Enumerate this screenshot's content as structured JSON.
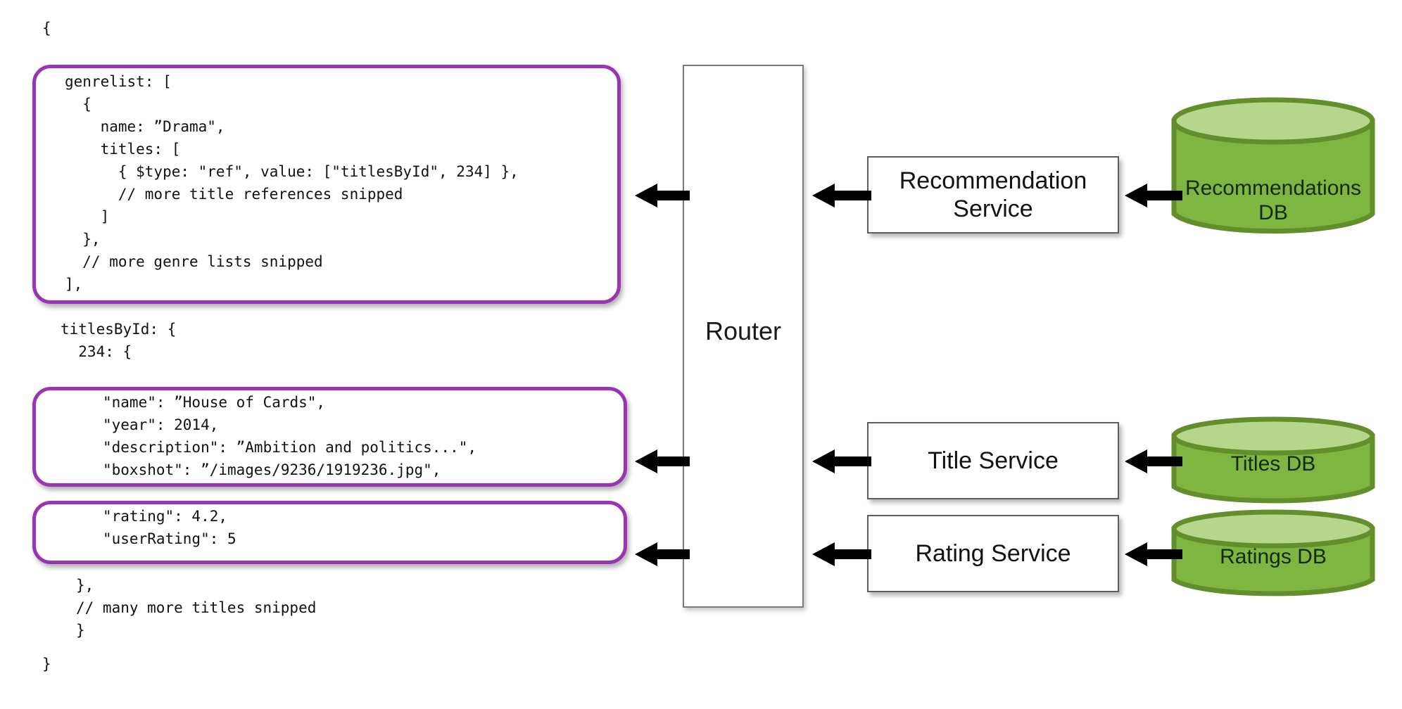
{
  "diagram": {
    "title": "Falcor Router data aggregation diagram",
    "colors": {
      "highlight_border": "#9B34B4",
      "db_body": "#7FB642",
      "db_top": "#B5D68B",
      "db_stroke": "#628F2C",
      "box_border": "#5e5e5e",
      "arrow": "#000000",
      "text": "#111111"
    }
  },
  "json_response": {
    "brace_open": "{",
    "brace_close": "}",
    "genrelist_block": "genrelist: [\n  {\n    name: ”Drama\",\n    titles: [\n      { $type: \"ref\", value: [\"titlesById\", 234] },\n      // more title references snipped\n    ]\n  },\n  // more genre lists snipped\n],",
    "mid_block": "titlesById: {\n  234: {",
    "title_block": "\"name\": ”House of Cards\",\n\"year\": 2014,\n\"description\": ”Ambition and politics...\",\n\"boxshot\": ”/images/9236/1919236.jpg\",",
    "rating_block": "\"rating\": 4.2,\n\"userRating\": 5",
    "tail_block": "},\n// many more titles snipped\n}",
    "lines": {
      "genrelist_open": "genrelist: [",
      "genre_obj_open": "{",
      "genre_name": "name: ”Drama\",",
      "genre_titles_open": "titles: [",
      "genre_ref": "{ $type: \"ref\", value: [\"titlesById\", 234] },",
      "genre_ref_comment": "// more title references snipped",
      "genre_titles_close": "]",
      "genre_obj_close": "},",
      "genre_comment": "// more genre lists snipped",
      "genrelist_close": "],",
      "titles_by_id_open": "titlesById: {",
      "title_id_open": "234: {",
      "title_name": "\"name\": ”House of Cards\",",
      "title_year": "\"year\": 2014,",
      "title_description": "\"description\": ”Ambition and politics...\",",
      "title_boxshot": "\"boxshot\": ”/images/9236/1919236.jpg\",",
      "rating": "\"rating\": 4.2,",
      "user_rating": "\"userRating\": 5",
      "title_close": "},",
      "titles_comment": "// many more titles snipped",
      "titles_by_id_close": "}"
    }
  },
  "router": {
    "label": "Router"
  },
  "services": [
    {
      "id": "recommendation",
      "label": "Recommendation\nService"
    },
    {
      "id": "title",
      "label": "Title Service"
    },
    {
      "id": "rating",
      "label": "Rating Service"
    }
  ],
  "service_labels": {
    "recommendation_line1": "Recommendation",
    "recommendation_line2": "Service",
    "title": "Title Service",
    "rating": "Rating Service"
  },
  "databases": [
    {
      "id": "recommendations",
      "label": "Recommendations\nDB"
    },
    {
      "id": "titles",
      "label": "Titles DB"
    },
    {
      "id": "ratings",
      "label": "Ratings DB"
    }
  ],
  "database_labels": {
    "recommendations_line1": "Recommendations",
    "recommendations_line2": "DB",
    "titles": "Titles DB",
    "ratings": "Ratings DB"
  },
  "flows": [
    {
      "from": "Recommendations DB",
      "to": "Recommendation Service",
      "direction": "left"
    },
    {
      "from": "Recommendation Service",
      "to": "Router",
      "direction": "left"
    },
    {
      "from": "Router",
      "to": "genrelist JSON",
      "direction": "left"
    },
    {
      "from": "Titles DB",
      "to": "Title Service",
      "direction": "left"
    },
    {
      "from": "Title Service",
      "to": "Router",
      "direction": "left"
    },
    {
      "from": "Router",
      "to": "title JSON",
      "direction": "left"
    },
    {
      "from": "Ratings DB",
      "to": "Rating Service",
      "direction": "left"
    },
    {
      "from": "Rating Service",
      "to": "Router",
      "direction": "left"
    },
    {
      "from": "Router",
      "to": "rating JSON",
      "direction": "left"
    }
  ]
}
